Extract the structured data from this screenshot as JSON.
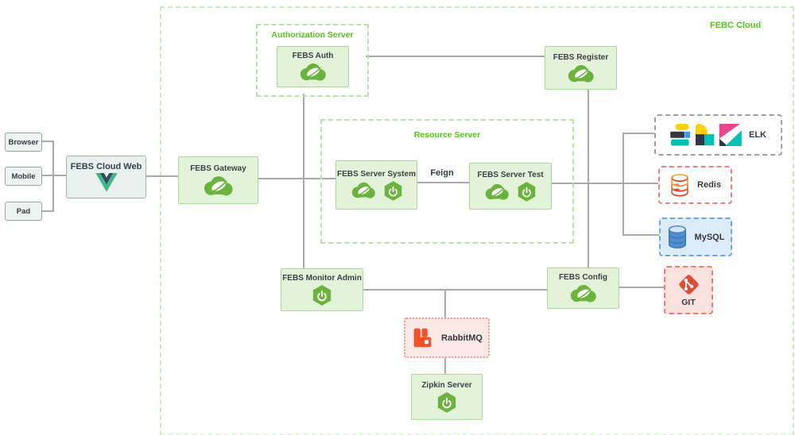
{
  "diagram": {
    "cloud_label": "FEBC Cloud",
    "clients": [
      {
        "id": "browser",
        "label": "Browser"
      },
      {
        "id": "mobile",
        "label": "Mobile"
      },
      {
        "id": "pad",
        "label": "Pad"
      }
    ],
    "groups": {
      "authorization": {
        "label": "Authorization Server"
      },
      "resource": {
        "label": "Resource Server"
      }
    },
    "nodes": {
      "cloud_web": {
        "label": "FEBS Cloud Web",
        "icons": [
          "vue-icon"
        ]
      },
      "gateway": {
        "label": "FEBS Gateway",
        "icons": [
          "spring-leaf-icon"
        ]
      },
      "auth": {
        "label": "FEBS Auth",
        "icons": [
          "spring-leaf-icon"
        ]
      },
      "register": {
        "label": "FEBS Register",
        "icons": [
          "spring-leaf-icon"
        ]
      },
      "server_system": {
        "label": "FEBS Server System",
        "icons": [
          "spring-leaf-icon",
          "spring-boot-icon"
        ]
      },
      "server_test": {
        "label": "FEBS Server Test",
        "icons": [
          "spring-leaf-icon",
          "spring-boot-icon"
        ]
      },
      "monitor_admin": {
        "label": "FEBS Monitor Admin",
        "icons": [
          "spring-boot-icon"
        ]
      },
      "config": {
        "label": "FEBS Config",
        "icons": [
          "spring-leaf-icon"
        ]
      },
      "zipkin": {
        "label": "Zipkin Server",
        "icons": [
          "spring-boot-icon"
        ]
      },
      "rabbitmq": {
        "label": "RabbitMQ",
        "icons": [
          "rabbitmq-icon"
        ]
      },
      "elk": {
        "label": "ELK",
        "icons": [
          "elk-logo-icon"
        ]
      },
      "redis": {
        "label": "Redis",
        "icons": [
          "redis-icon"
        ]
      },
      "mysql": {
        "label": "MySQL",
        "icons": [
          "mysql-icon"
        ]
      },
      "git": {
        "label": "GIT",
        "icons": [
          "git-icon"
        ]
      }
    },
    "edge_labels": {
      "feign": "Feign"
    },
    "colors": {
      "spring_green": "#6cb33e",
      "node_bg": "#e3f3da",
      "node_border": "#abd898",
      "group_label_green": "#52c41a",
      "line_gray": "#a9a9a9",
      "vue_green": "#41b883",
      "vue_dark": "#35495e",
      "git_red": "#de4c36",
      "rabbitmq_orange": "#f4502a",
      "redis_red": "#e2402d",
      "redis_yellow": "#f0b440",
      "mysql_blue": "#4e8fd0",
      "elastic_yellow": "#fed10a",
      "elastic_dark": "#343741",
      "elastic_teal": "#00bfb3",
      "elastic_blue": "#2f9cf4",
      "kibana_pink": "#e8488b"
    }
  }
}
